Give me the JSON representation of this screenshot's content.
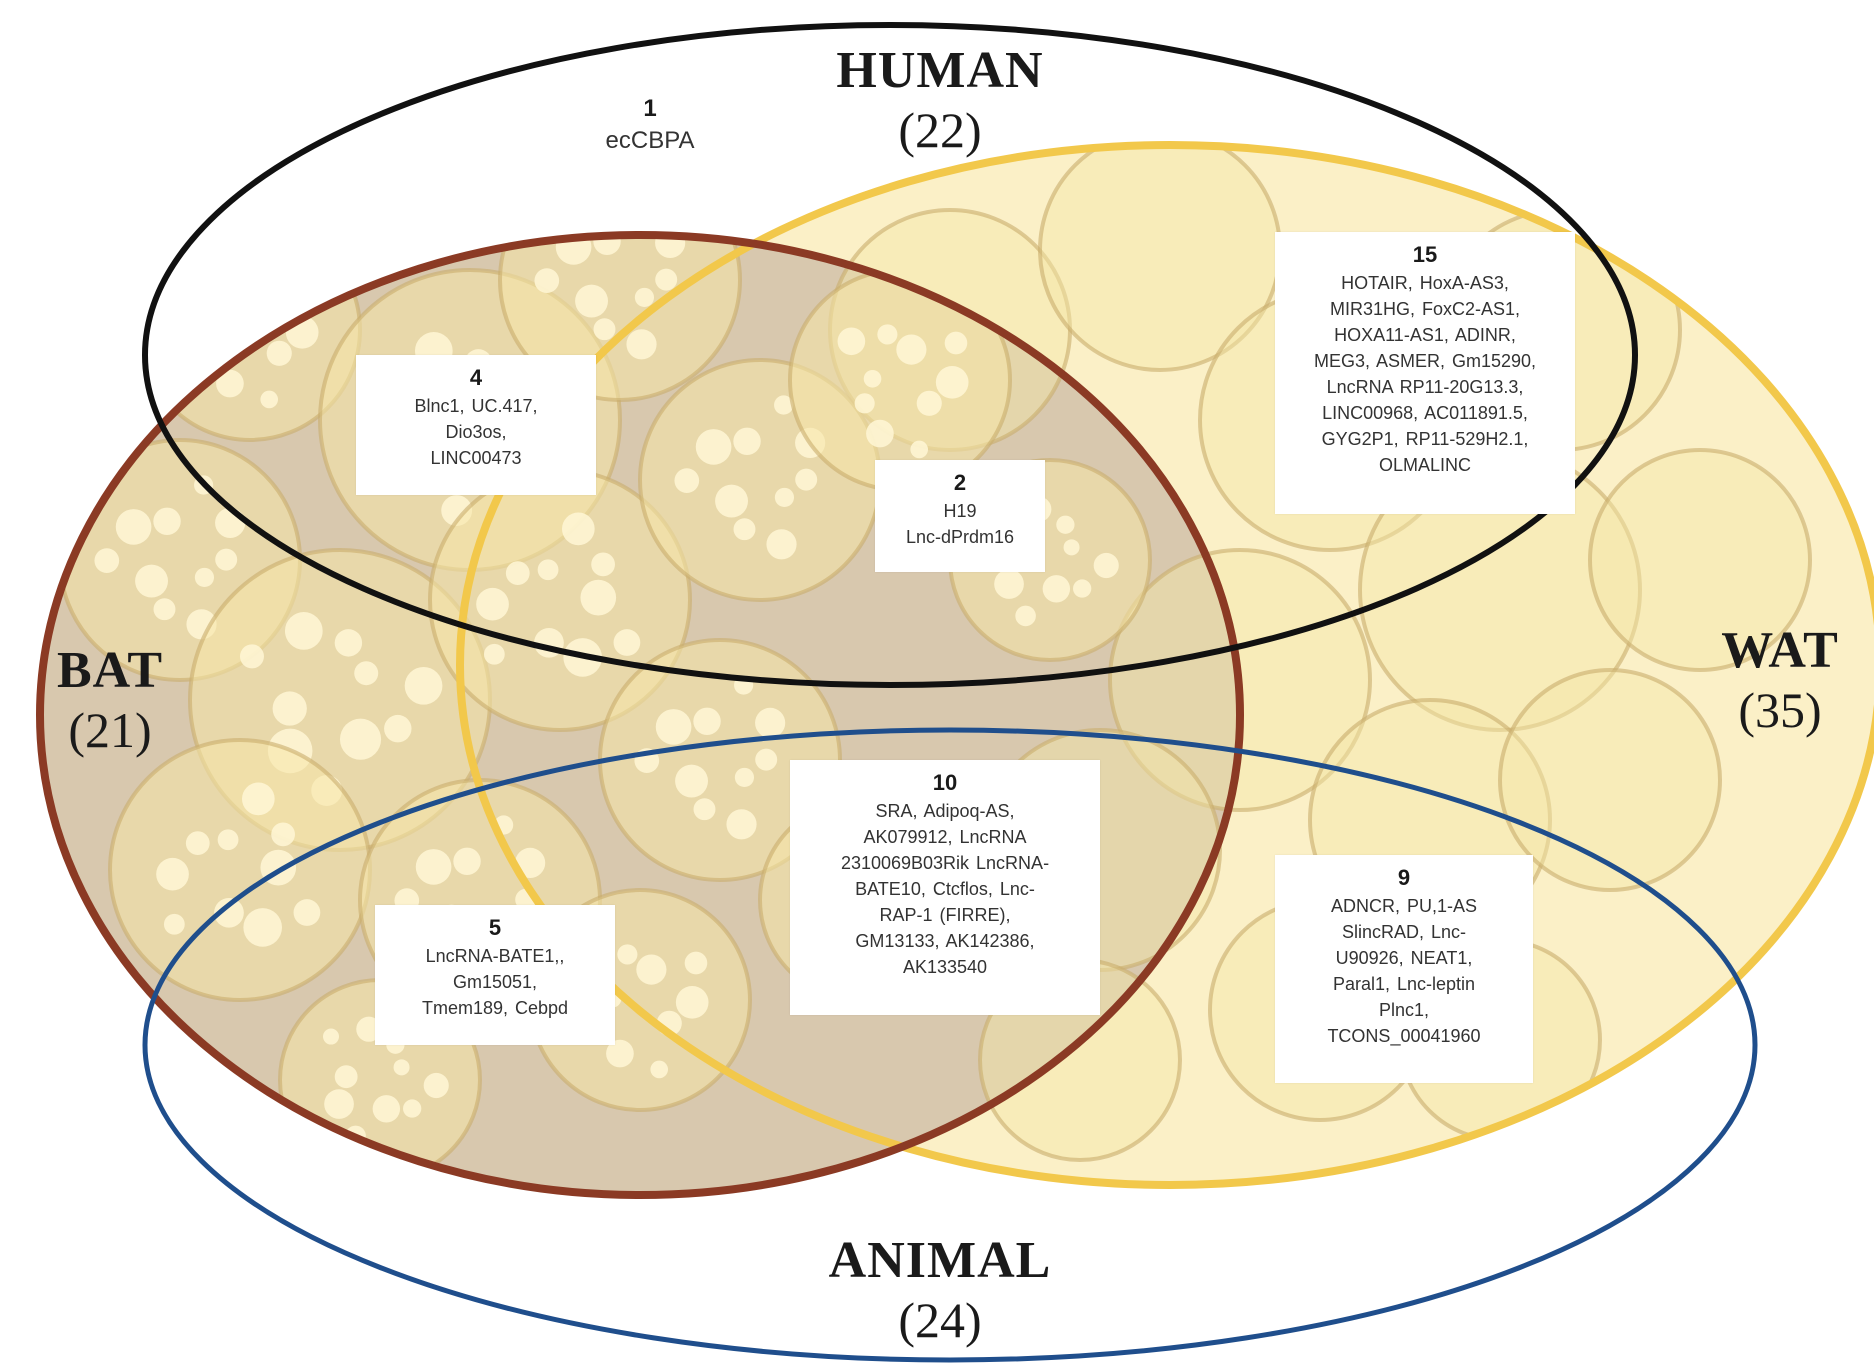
{
  "colors": {
    "human": "#111111",
    "bat": "#8b3a24",
    "wat": "#f2c84b",
    "animal": "#1f4e8c",
    "bat_fill": "#d8c8ae",
    "wat_fill": "#fbf0c7",
    "cell_fill": "#f5e6a8",
    "cell_edge": "#c9ad6c"
  },
  "sets": {
    "human": {
      "name": "HUMAN",
      "count": "(22)"
    },
    "bat": {
      "name": "BAT",
      "count": "(21)"
    },
    "wat": {
      "name": "WAT",
      "count": "(35)"
    },
    "animal": {
      "name": "ANIMAL",
      "count": "(24)"
    }
  },
  "regions": {
    "human_only": {
      "count": "1",
      "items": [
        "ecCBPA"
      ]
    },
    "human_bat": {
      "count": "4",
      "items": [
        "Blnc1, UC.417,",
        "Dio3os,",
        "LINC00473"
      ]
    },
    "human_bat_wat": {
      "count": "2",
      "items": [
        "H19",
        "Lnc-dPrdm16"
      ]
    },
    "human_wat": {
      "count": "15",
      "items": [
        "HOTAIR, HoxA-AS3,",
        "MIR31HG, FoxC2-AS1,",
        "HOXA11-AS1, ADINR,",
        "MEG3, ASMER, Gm15290,",
        "LncRNA RP11-20G13.3,",
        "LINC00968, AC011891.5,",
        "GYG2P1, RP11-529H2.1,",
        "OLMALINC"
      ]
    },
    "animal_bat_wat": {
      "count": "10",
      "items": [
        "SRA, Adipoq-AS,",
        "AK079912, LncRNA",
        "2310069B03Rik LncRNA-",
        "BATE10, Ctcflos, Lnc-",
        "RAP-1 (FIRRE),",
        "GM13133, AK142386,",
        "AK133540"
      ]
    },
    "animal_bat": {
      "count": "5",
      "items": [
        "LncRNA-BATE1,,",
        "Gm15051,",
        "Tmem189, Cebpd"
      ]
    },
    "animal_wat": {
      "count": "9",
      "items": [
        "ADNCR, PU,1-AS",
        "SlincRAD, Lnc-",
        "U90926, NEAT1,",
        "Paral1, Lnc-leptin",
        "Plnc1,",
        "TCONS_00041960"
      ]
    }
  }
}
